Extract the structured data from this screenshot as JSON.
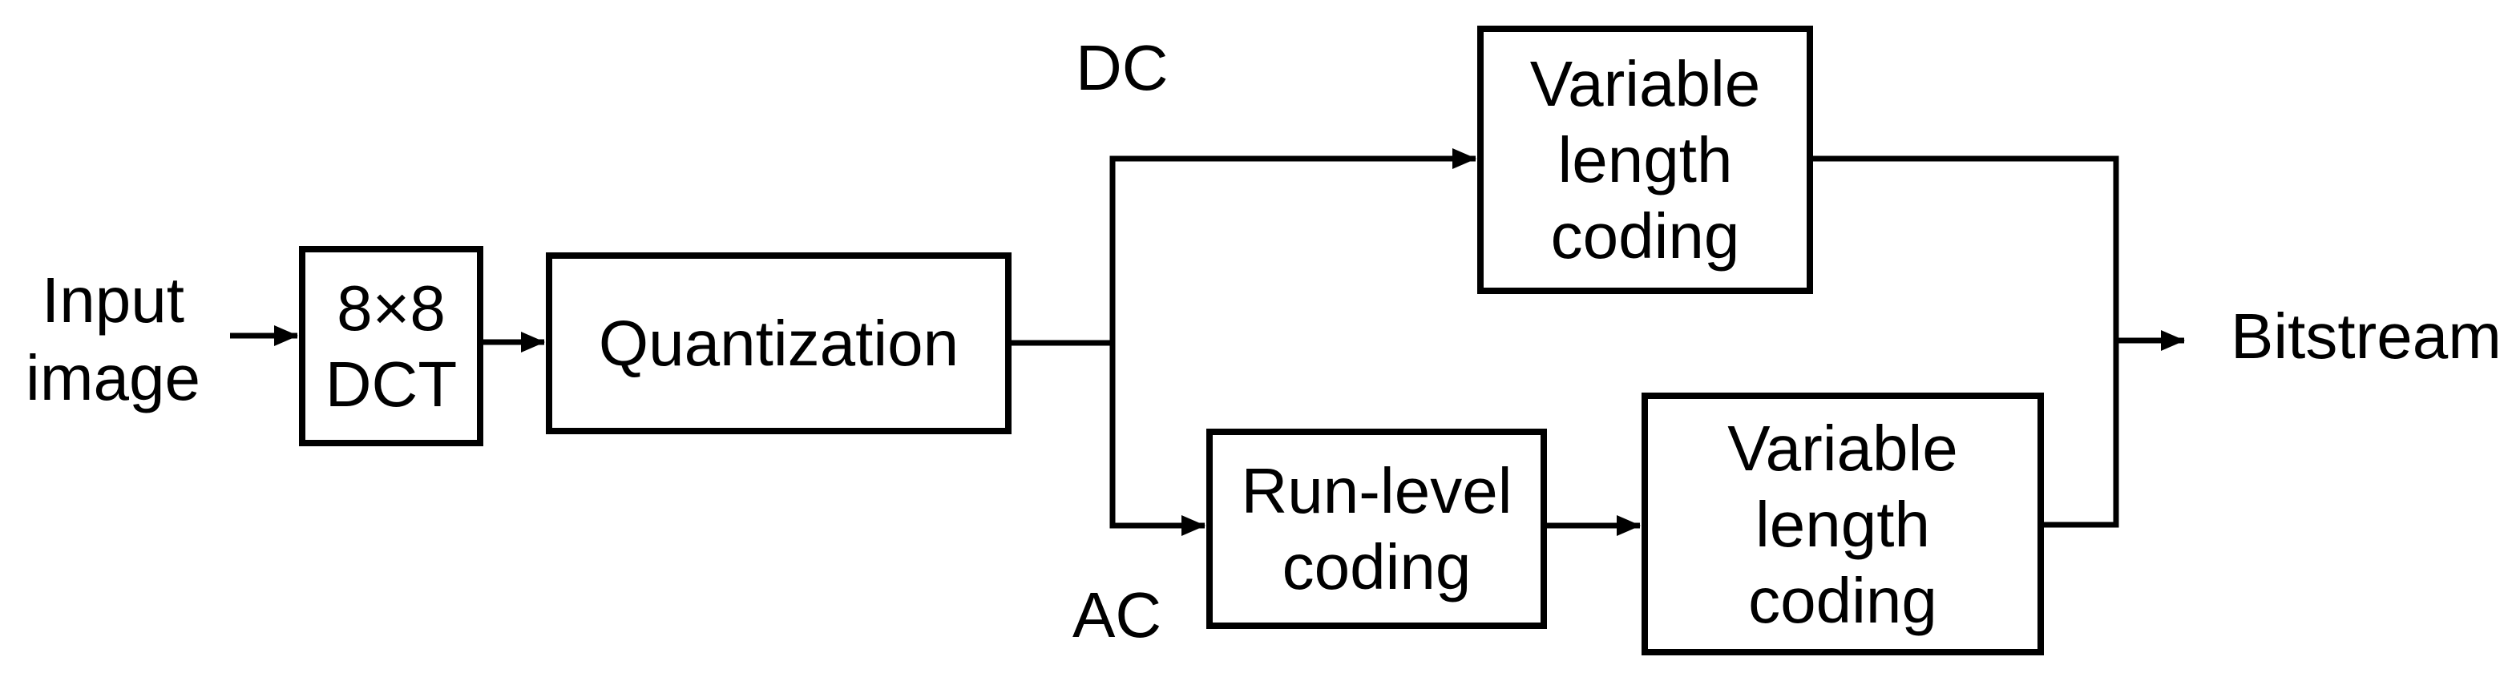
{
  "diagram": {
    "description": "Block diagram of a transform image coding pipeline (JPEG-style encoder)",
    "colors": {
      "background": "#ffffff",
      "line": "#000000",
      "text": "#000000",
      "box_fill": "#ffffff",
      "box_border": "#000000"
    },
    "labels": {
      "input": {
        "lines": [
          "Input",
          "image"
        ]
      },
      "dc": "DC",
      "ac": "AC",
      "bitstream": "Bitstream"
    },
    "nodes": {
      "dct": {
        "lines": [
          "8×8",
          "DCT"
        ]
      },
      "quantization": {
        "lines": [
          "Quantization"
        ]
      },
      "vlc_dc": {
        "lines": [
          "Variable",
          "length",
          "coding"
        ]
      },
      "run_level": {
        "lines": [
          "Run-level",
          "coding"
        ]
      },
      "vlc_ac": {
        "lines": [
          "Variable",
          "length",
          "coding"
        ]
      }
    },
    "edges": [
      {
        "from": "input-image",
        "to": "dct",
        "arrow": true
      },
      {
        "from": "dct",
        "to": "quantization",
        "arrow": true
      },
      {
        "from": "quantization",
        "to": "vlc_dc",
        "via": "DC branch",
        "arrow": true
      },
      {
        "from": "quantization",
        "to": "run_level",
        "via": "AC branch",
        "arrow": true
      },
      {
        "from": "run_level",
        "to": "vlc_ac",
        "arrow": true
      },
      {
        "from": "vlc_dc",
        "to": "bitstream",
        "arrow": false
      },
      {
        "from": "vlc_ac",
        "to": "bitstream",
        "arrow": false
      },
      {
        "from": "merge-point",
        "to": "bitstream",
        "arrow": true
      }
    ]
  }
}
